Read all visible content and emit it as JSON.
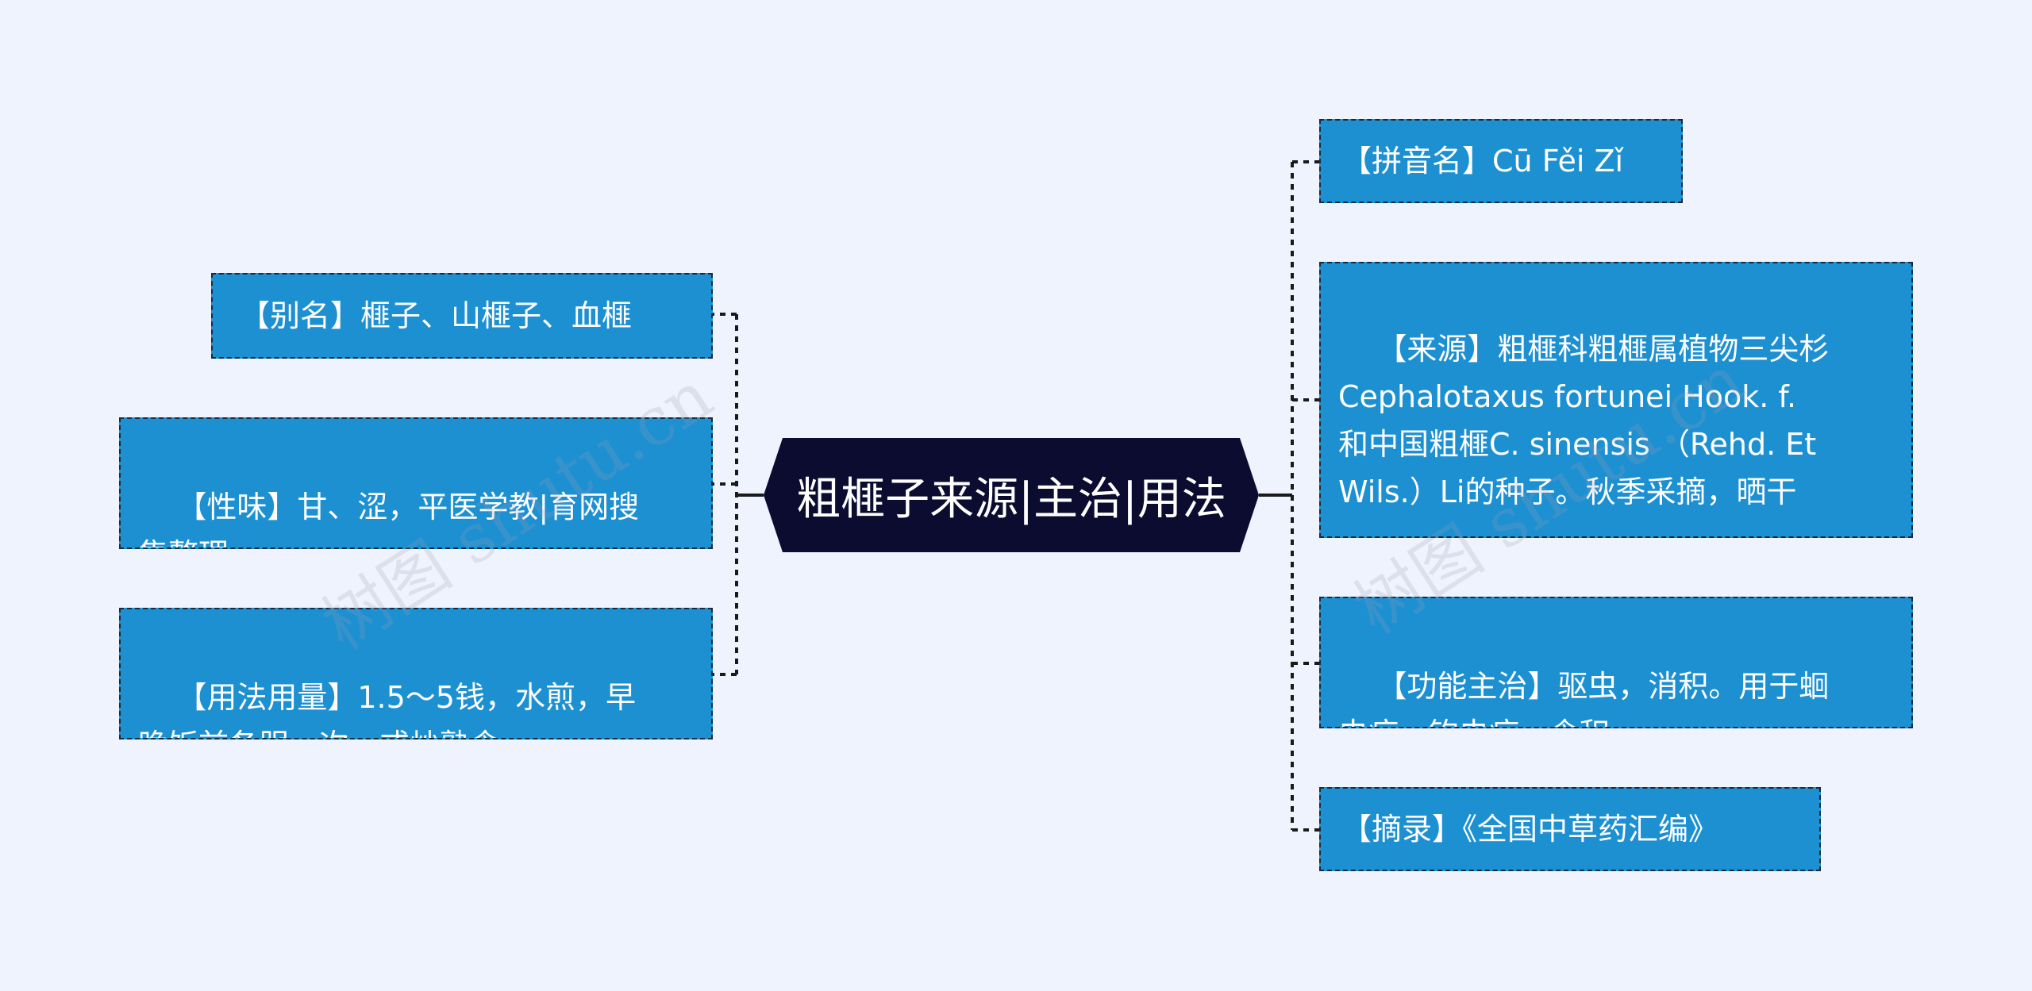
{
  "central": {
    "label": "粗榧子来源|主治|用法"
  },
  "left_nodes": [
    {
      "id": "alias",
      "text": "【别名】榧子、山榧子、血榧"
    },
    {
      "id": "taste",
      "text": "【性味】甘、涩，平医学教|育网搜\n集整理。"
    },
    {
      "id": "usage",
      "text": "【用法用量】1.5～5钱，水煎，早\n晚饭前各服一次，或炒熟食。"
    }
  ],
  "right_nodes": [
    {
      "id": "pinyin",
      "text": "【拼音名】Cū Fěi Zǐ"
    },
    {
      "id": "source",
      "text": "【来源】粗榧科粗榧属植物三尖杉\nCephalotaxus fortunei Hook. f.\n和中国粗榧C. sinensis （Rehd. Et\nWils.）Li的种子。秋季采摘，晒干\n。"
    },
    {
      "id": "function",
      "text": "【功能主治】驱虫，消积。用于蛔\n虫病，钩虫病，食积。"
    },
    {
      "id": "excerpt",
      "text": "【摘录】《全国中草药汇编》"
    }
  ],
  "watermark": {
    "text": "树图 shutu.cn"
  },
  "colors": {
    "background": "#eef3fe",
    "node_fill": "#1d90d2",
    "central_fill": "#0b0c30",
    "text": "#ffffff",
    "connector": "#1a1a1a"
  }
}
